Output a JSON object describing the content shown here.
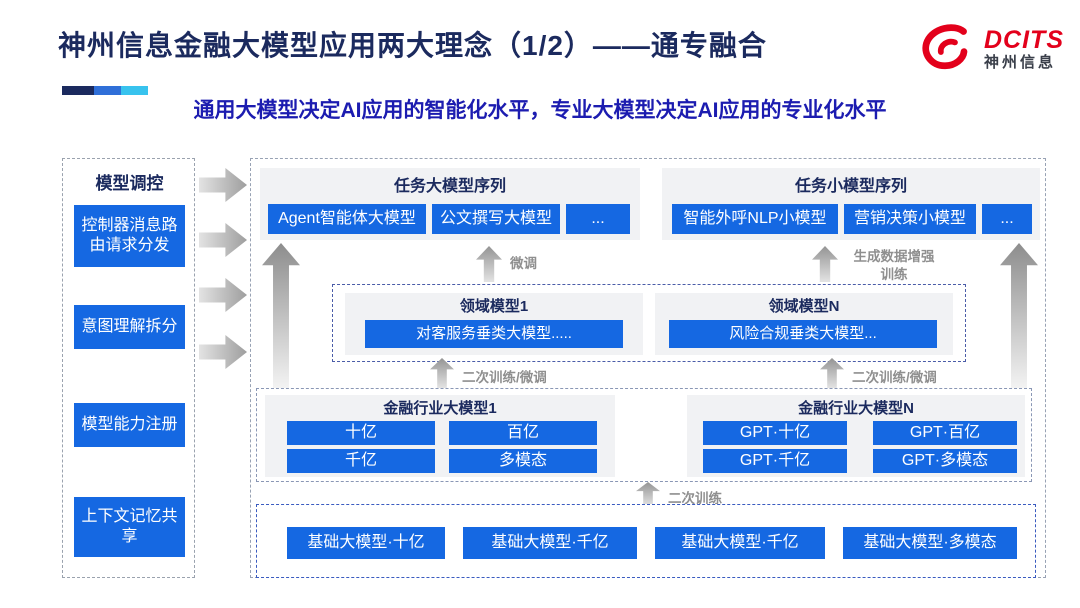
{
  "header": {
    "title": "神州信息金融大模型应用两大理念（1/2）——通专融合",
    "subtitle": "通用大模型决定AI应用的智能化水平，专业大模型决定AI应用的专业化水平",
    "logo": {
      "brand": "DCITS",
      "brand_cn": "神州信息"
    }
  },
  "colors": {
    "accent_blue": "#1568E2",
    "title_navy": "#1B2A5E",
    "subtitle_blue": "#1C1CB0",
    "logo_red": "#E3001B",
    "panel_gray": "#F1F2F4"
  },
  "sidebar": {
    "title": "模型调控",
    "items": [
      {
        "label": "控制器消息路由请求分发"
      },
      {
        "label": "意图理解拆分"
      },
      {
        "label": "模型能力注册"
      },
      {
        "label": "上下文记忆共享"
      }
    ]
  },
  "task_large": {
    "title": "任务大模型序列",
    "items": [
      "Agent智能体大模型",
      "公文撰写大模型",
      "..."
    ]
  },
  "task_small": {
    "title": "任务小模型序列",
    "items": [
      "智能外呼NLP小模型",
      "营销决策小模型",
      "..."
    ]
  },
  "domain": {
    "model1": {
      "title": "领域模型1",
      "box": "对客服务垂类大模型....."
    },
    "modelN": {
      "title": "领域模型N",
      "box": "风险合规垂类大模型..."
    }
  },
  "industry": {
    "model1": {
      "title": "金融行业大模型1",
      "boxes": [
        "十亿",
        "百亿",
        "千亿",
        "多模态"
      ]
    },
    "modelN": {
      "title": "金融行业大模型N",
      "boxes": [
        "GPT·十亿",
        "GPT·百亿",
        "GPT·千亿",
        "GPT·多模态"
      ]
    }
  },
  "base_models": [
    "基础大模型·十亿",
    "基础大模型·千亿",
    "基础大模型·千亿",
    "基础大模型·多模态"
  ],
  "arrow_labels": {
    "fine_tune": "微调",
    "gen_data_line1": "生成数据增强",
    "gen_data_line2": "训练",
    "retrain_ft": "二次训练/微调",
    "retrain": "二次训练"
  }
}
